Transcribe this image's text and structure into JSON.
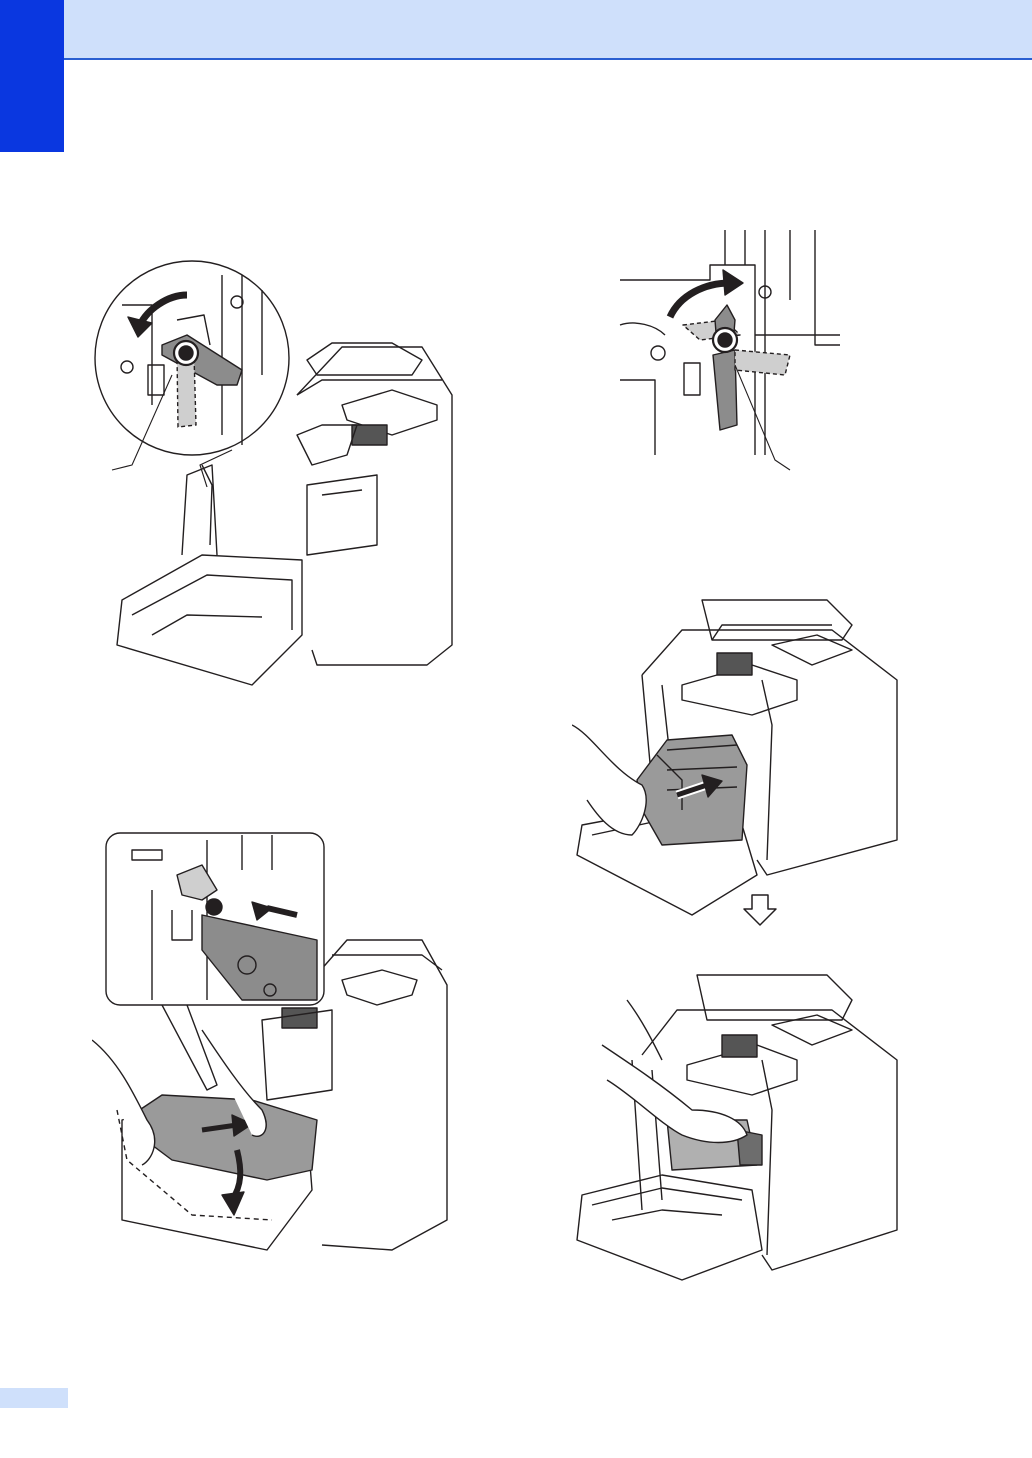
{
  "page": {
    "number": ""
  },
  "colors": {
    "header_band": "#cfe0fb",
    "chapter_tab": "#0a37e0",
    "rule": "#2a5fd1",
    "line_art": "#231f20",
    "gray_part": "#8c8c8c"
  },
  "illustrations": [
    {
      "id": "fig-lever-rotate-left",
      "icons": [
        "printer-icon",
        "counterclockwise-arrow-icon",
        "magnified-inset-icon"
      ]
    },
    {
      "id": "fig-lever-rotate-right",
      "icons": [
        "clockwise-arrow-icon",
        "lever-icon"
      ]
    },
    {
      "id": "fig-drum-insert-into-printer",
      "icons": [
        "printer-icon",
        "hand-icon",
        "insert-arrow-icon"
      ]
    },
    {
      "id": "fig-drum-align-slot",
      "icons": [
        "printer-icon",
        "hand-icon",
        "insert-arrow-icon",
        "down-arrow-icon"
      ]
    },
    {
      "id": "fig-drum-seated",
      "icons": [
        "printer-icon",
        "hand-icon"
      ]
    }
  ]
}
